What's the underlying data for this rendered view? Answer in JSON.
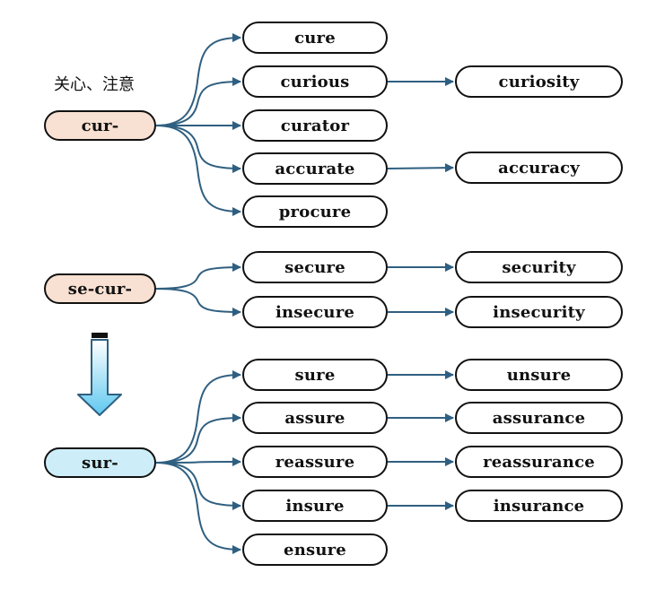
{
  "meaning": "关心、注意",
  "line_color": "#2f5f80",
  "groups": [
    {
      "root": "cur-",
      "words": [
        "cure",
        "curious",
        "curator",
        "accurate",
        "procure"
      ],
      "derived": [
        "",
        "curiosity",
        "",
        "accuracy",
        ""
      ]
    },
    {
      "root": "se-cur-",
      "words": [
        "secure",
        "insecure"
      ],
      "derived": [
        "security",
        "insecurity"
      ]
    },
    {
      "root": "sur-",
      "words": [
        "sure",
        "assure",
        "reassure",
        "insure",
        "ensure"
      ],
      "derived": [
        "unsure",
        "assurance",
        "reassurance",
        "insurance",
        ""
      ]
    }
  ]
}
